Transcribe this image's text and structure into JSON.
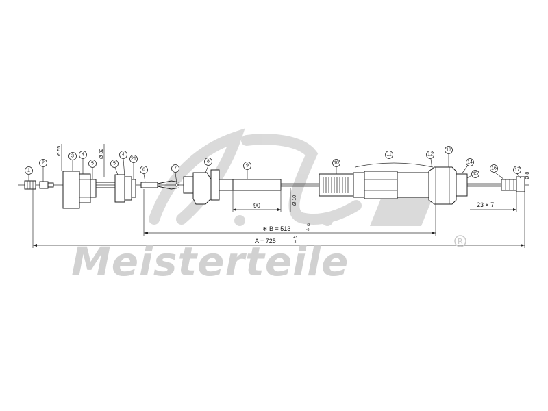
{
  "drawing": {
    "callouts": [
      "1",
      "2",
      "3",
      "4",
      "5",
      "5",
      "4",
      "21",
      "6",
      "7",
      "8",
      "9",
      "10",
      "11",
      "12",
      "13",
      "14",
      "15",
      "16",
      "17"
    ],
    "diameter_labels": {
      "d55": "Ø 55",
      "d32": "Ø 32",
      "d10": "Ø 10",
      "d8": "Ø 8"
    },
    "dims": {
      "len90": "90",
      "fitting": "23 × 7",
      "b_label": "∗ B = 513",
      "b_tol_upper": "+3",
      "b_tol_lower": "-3",
      "a_label": "A = 725",
      "a_tol_upper": "+3",
      "a_tol_lower": "-3"
    }
  },
  "watermark": {
    "brand": "Meisterteile",
    "mark": "R",
    "monogram": "A.L."
  }
}
